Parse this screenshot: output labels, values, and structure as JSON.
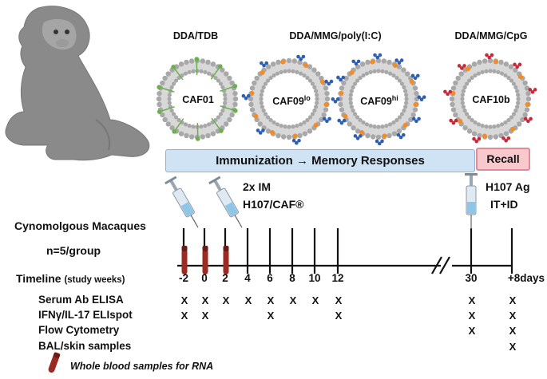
{
  "adjuvant_groups": [
    {
      "header": "DDA/TDB",
      "liposomes": [
        {
          "name": "CAF01",
          "sup": ""
        }
      ]
    },
    {
      "header": "DDA/MMG/poly(I:C)",
      "liposomes": [
        {
          "name": "CAF09",
          "sup": "lo"
        },
        {
          "name": "CAF09",
          "sup": "hi"
        }
      ]
    },
    {
      "header": "DDA/MMG/CpG",
      "liposomes": [
        {
          "name": "CAF10b",
          "sup": ""
        }
      ]
    }
  ],
  "phase_banner": {
    "immunization": "Immunization → Memory Responses",
    "recall": "Recall",
    "immunization_color": "#cfe3f5",
    "recall_color": "#f7c9cd"
  },
  "injection_immunization": {
    "line1": "2x IM",
    "line2": "H107/CAF®"
  },
  "injection_recall": {
    "line1": "H107 Ag",
    "line2": "IT+ID"
  },
  "study": {
    "species": "Cynomolgous Macaques",
    "group_size": "n=5/group",
    "timeline_label": "Timeline",
    "timeline_unit": "(study weeks)"
  },
  "timeline_ticks": [
    "-2",
    "0",
    "2",
    "4",
    "6",
    "8",
    "10",
    "12",
    "30",
    "+8days"
  ],
  "blood_sample_weeks": [
    "-2",
    "0",
    "2"
  ],
  "assays": [
    {
      "name": "Serum Ab ELISA",
      "marks": [
        true,
        true,
        true,
        true,
        true,
        true,
        true,
        true,
        true,
        true
      ]
    },
    {
      "name": "IFNγ/IL-17 ELIspot",
      "marks": [
        true,
        true,
        false,
        false,
        true,
        false,
        false,
        true,
        true,
        true
      ]
    },
    {
      "name": "Flow Cytometry",
      "marks": [
        false,
        false,
        false,
        false,
        false,
        false,
        false,
        false,
        true,
        true
      ]
    },
    {
      "name": "BAL/skin samples",
      "marks": [
        false,
        false,
        false,
        false,
        false,
        false,
        false,
        false,
        false,
        true
      ]
    }
  ],
  "mark_symbol": "X",
  "legend": {
    "blood": "Whole blood samples for RNA",
    "tube_color": "#9b2b22"
  },
  "colors": {
    "lipid_head": "#a8a8a8",
    "tdb": "#6ab04c",
    "mmg": "#f28c28",
    "polyic": "#2f5fb0",
    "cpg": "#c9273a"
  }
}
